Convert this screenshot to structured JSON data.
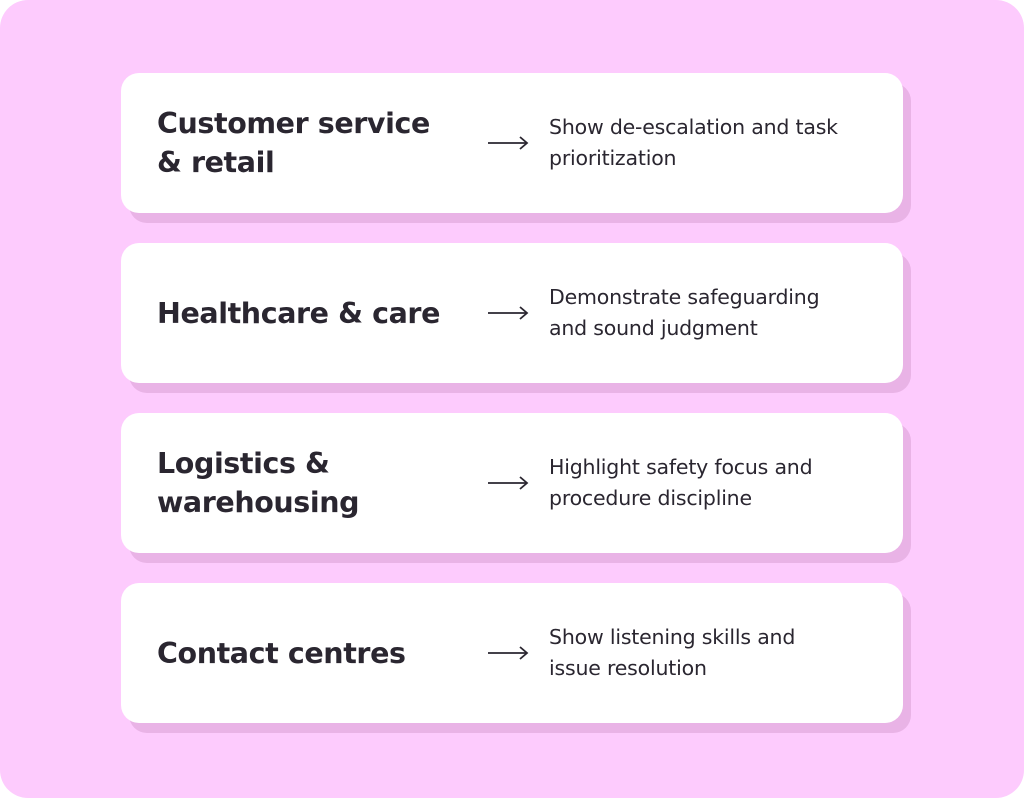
{
  "colors": {
    "background": "#fdcbfd",
    "card": "#ffffff",
    "card_shadow": "#e9b3e6",
    "text": "#2a2630"
  },
  "rows": [
    {
      "sector": "Customer service & retail",
      "arrow_icon": "long-right-arrow",
      "advice": "Show de-escalation and task prioritization"
    },
    {
      "sector": "Healthcare & care",
      "arrow_icon": "long-right-arrow",
      "advice": "Demonstrate safeguarding and sound judgment"
    },
    {
      "sector": "Logistics & warehousing",
      "arrow_icon": "long-right-arrow",
      "advice": "Highlight safety focus and procedure discipline"
    },
    {
      "sector": "Contact centres",
      "arrow_icon": "long-right-arrow",
      "advice": "Show listening skills and issue resolution"
    }
  ]
}
